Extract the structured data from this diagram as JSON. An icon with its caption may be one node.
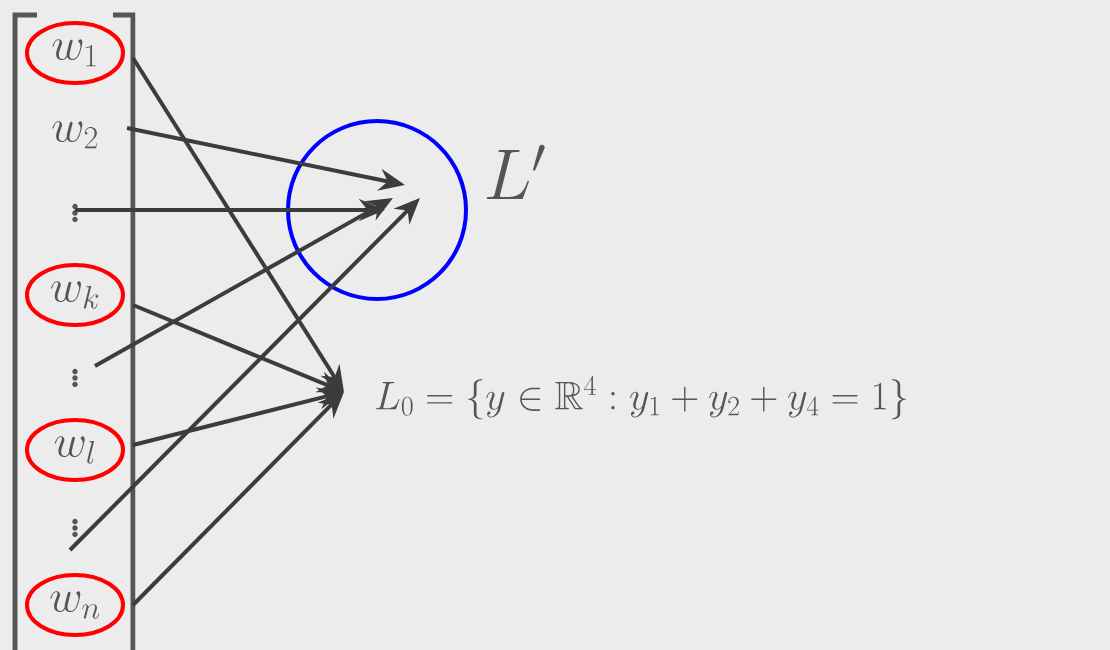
{
  "diagram": {
    "nodes": [
      {
        "text": [
          "w_1"
        ]
      },
      {
        "text": [
          "w_2"
        ]
      },
      {
        "text": [
          "\\vdots"
        ]
      },
      {
        "text": [
          "w_k"
        ]
      },
      {
        "text": [
          "\\vdots"
        ]
      },
      {
        "text": [
          "w_l"
        ]
      },
      {
        "text": [
          "\\vdots"
        ]
      },
      {
        "text": [
          "w_n"
        ]
      },
      {
        "text": [
          "L'"
        ]
      },
      {
        "text": [
          "L_0 = \\{y \\in \\mathbb{R}^4 : y_1 + y_2 + y_4 = 1\\}"
        ]
      }
    ],
    "edges": [
      {
        "from": 0,
        "to": 9,
        "arrow": "to"
      },
      {
        "from": 1,
        "to": 8,
        "arrow": "to"
      },
      {
        "from": 2,
        "to": 8,
        "arrow": "to"
      },
      {
        "from": 3,
        "to": 9,
        "arrow": "to"
      },
      {
        "from": 4,
        "to": 8,
        "arrow": "to"
      },
      {
        "from": 5,
        "to": 9,
        "arrow": "to"
      },
      {
        "from": 6,
        "to": 8,
        "arrow": "to"
      },
      {
        "from": 7,
        "to": 9,
        "arrow": "to"
      }
    ]
  }
}
